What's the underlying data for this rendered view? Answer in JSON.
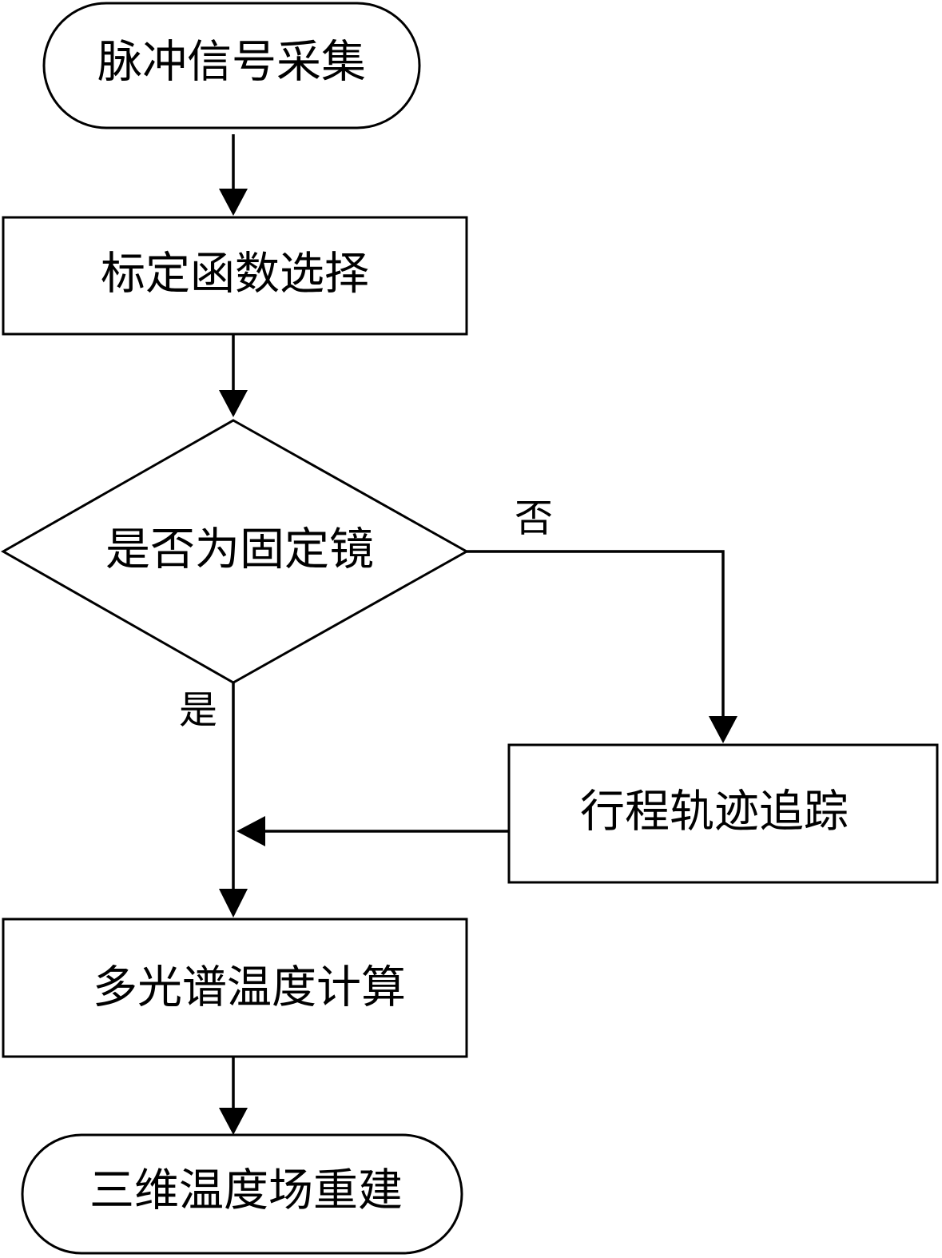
{
  "nodes": {
    "start": "脉冲信号采集",
    "calibration": "标定函数选择",
    "decision": "是否为固定镜",
    "tracking": "行程轨迹追踪",
    "temperature": "多光谱温度计算",
    "end": "三维温度场重建"
  },
  "branches": {
    "no": "否",
    "yes": "是"
  }
}
